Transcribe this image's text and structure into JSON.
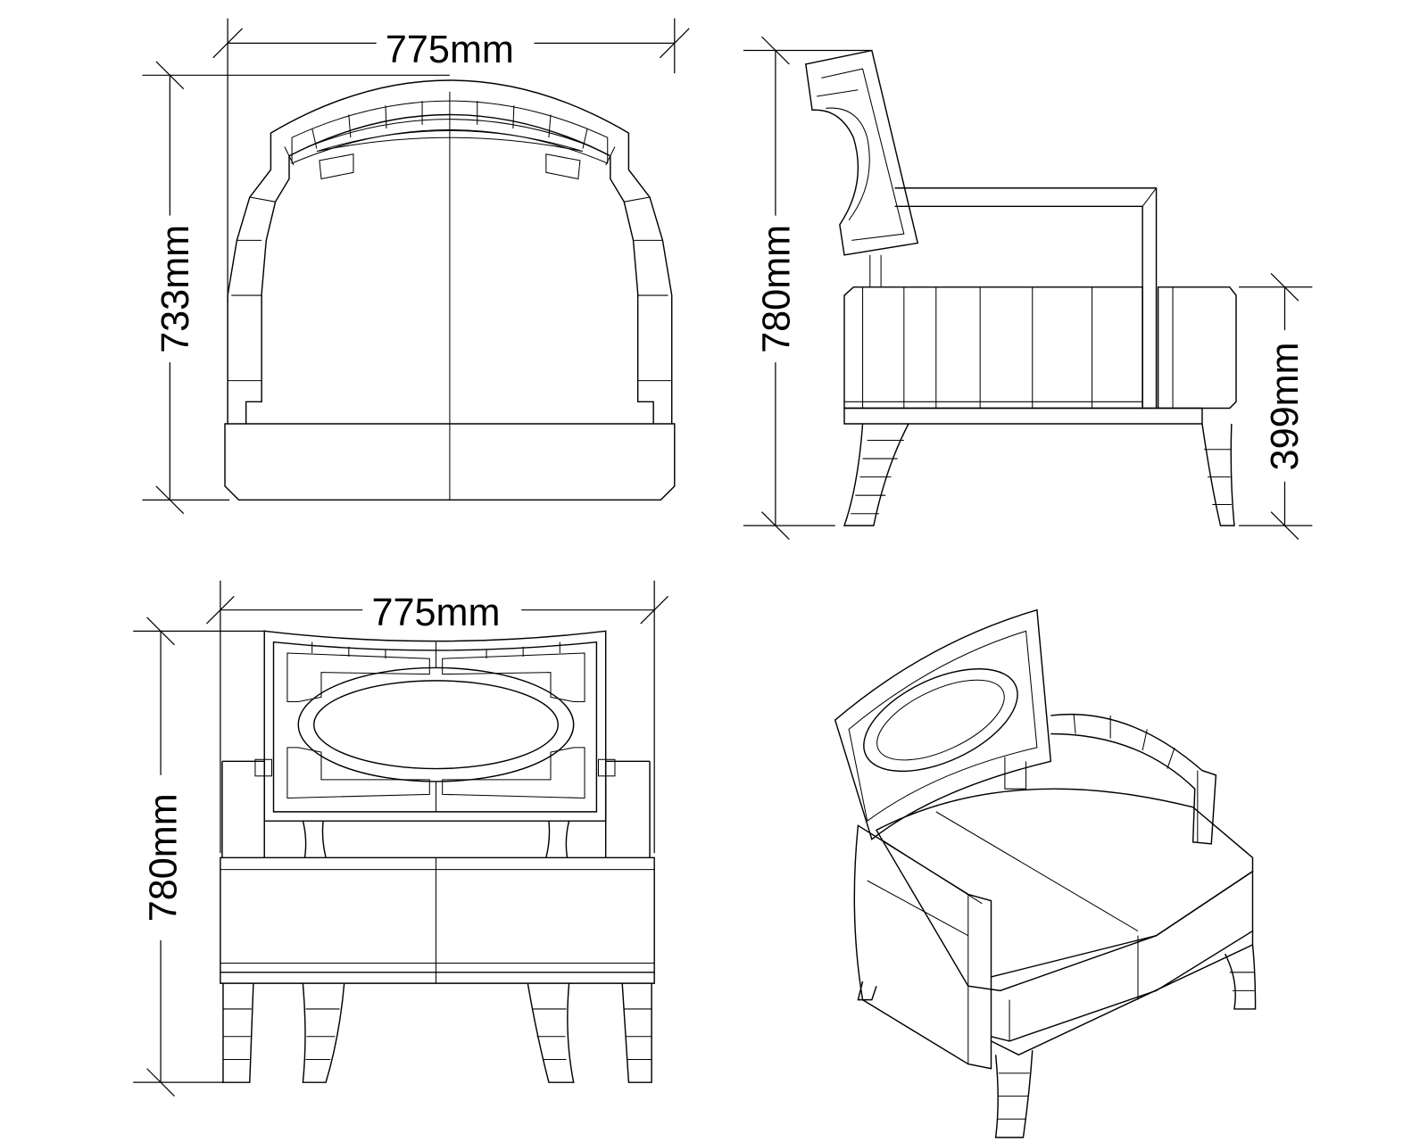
{
  "views": {
    "top": {
      "width_label": "775mm",
      "depth_label": "733mm"
    },
    "side": {
      "height_label": "780mm",
      "seat_height_label": "399mm"
    },
    "front": {
      "width_label": "775mm",
      "height_label": "780mm"
    },
    "isometric": {}
  },
  "colors": {
    "line": "#000000",
    "background": "#ffffff"
  }
}
